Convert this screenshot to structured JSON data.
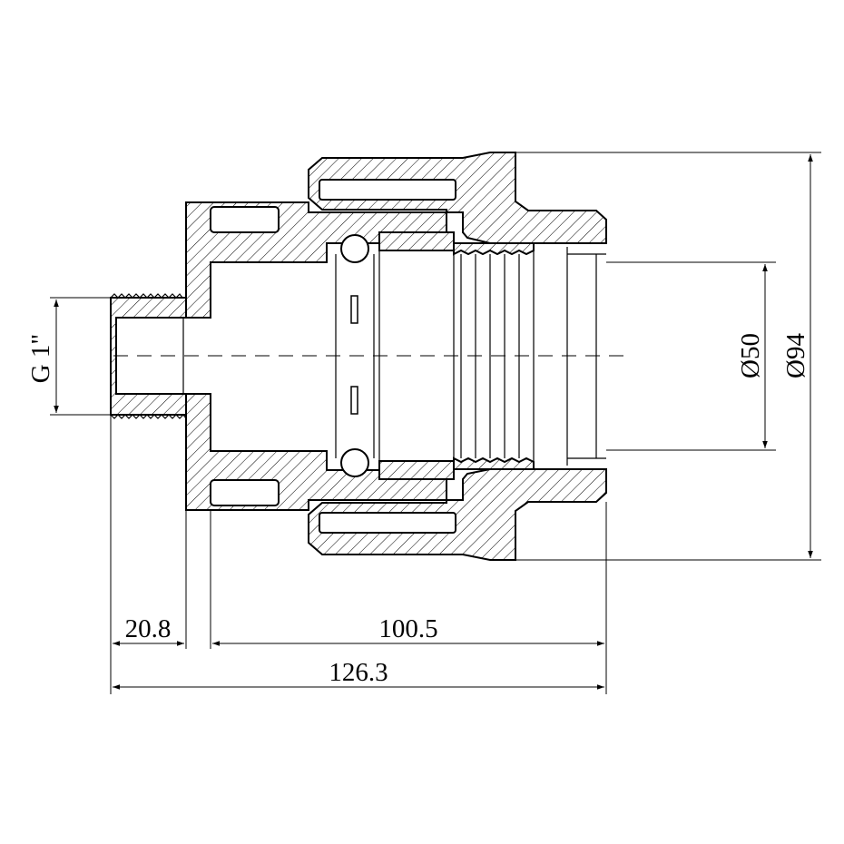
{
  "drawing": {
    "thread_label": "G 1\"",
    "dim_inner_diameter": "Ø50",
    "dim_outer_diameter": "Ø94",
    "dim_thread_length": "20.8",
    "dim_body_length": "100.5",
    "dim_total_length": "126.3"
  }
}
